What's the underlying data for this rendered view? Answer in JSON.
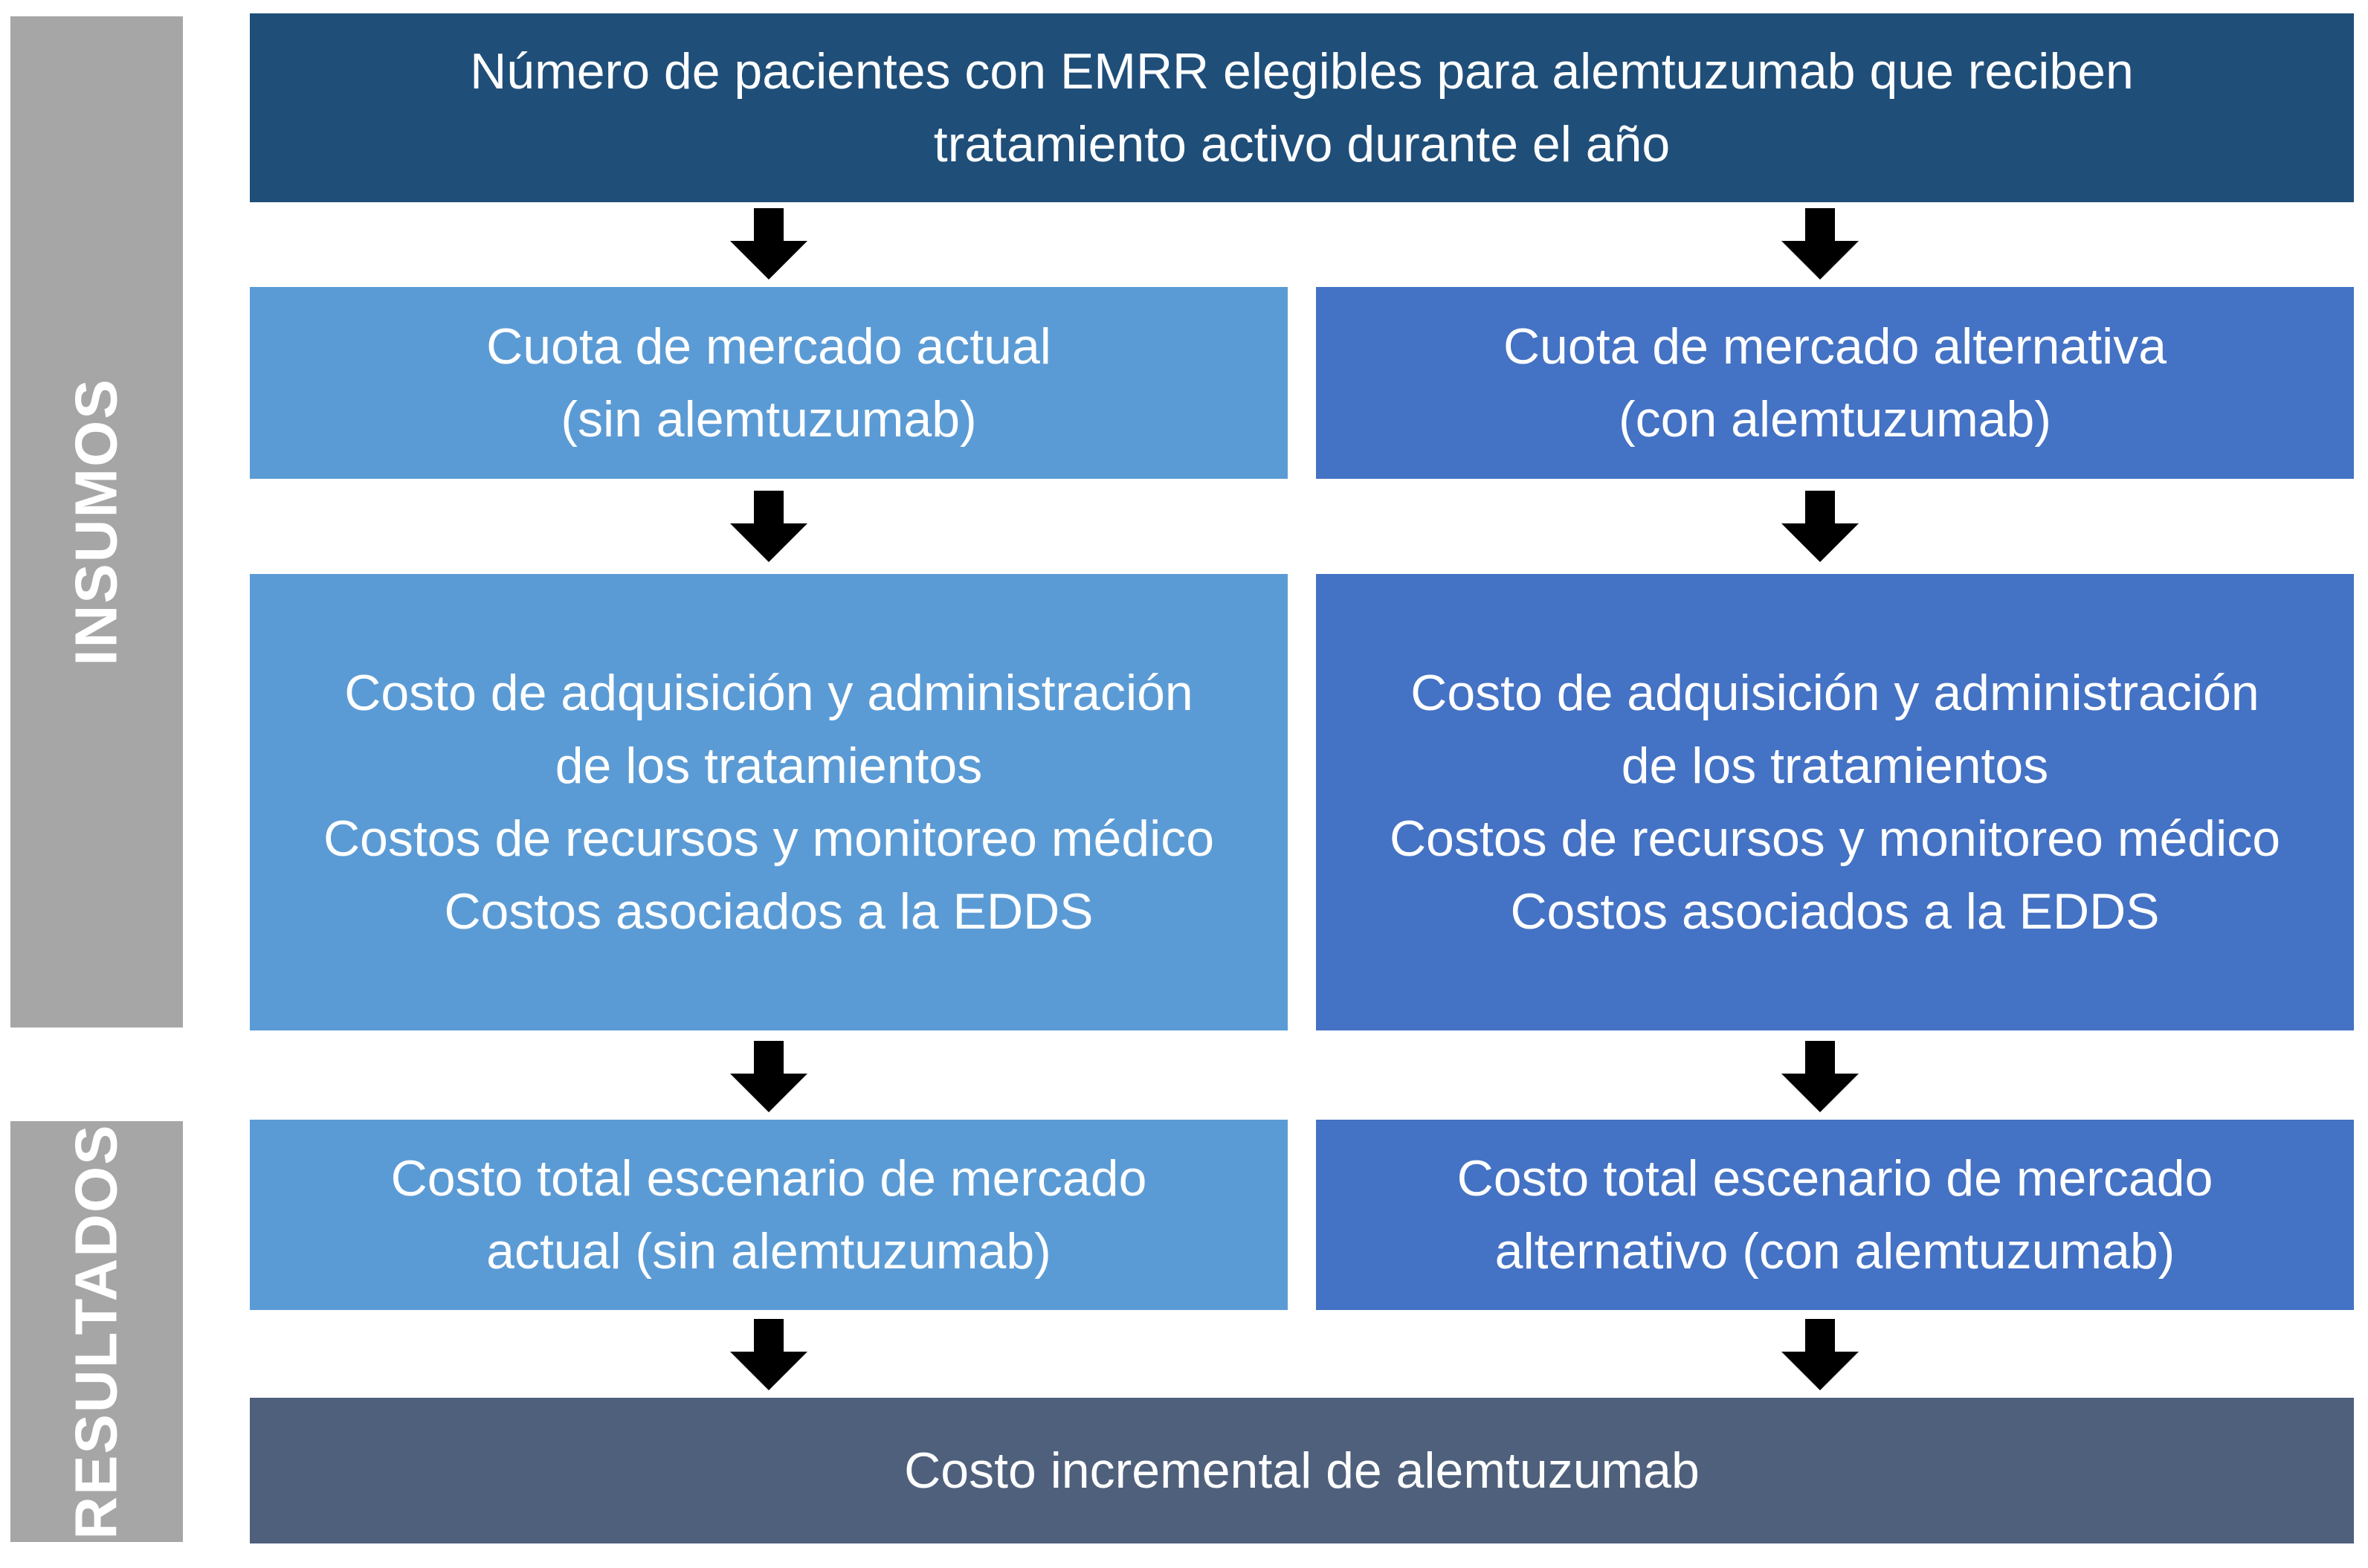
{
  "colors": {
    "sidebar": "#a6a6a6",
    "top_box": "#1f4e79",
    "left_column": "#5b9bd5",
    "right_column": "#4472c4",
    "bottom_box": "#4f607c",
    "arrow": "#000000",
    "text": "#ffffff"
  },
  "sidebar": {
    "insumos": "INSUMOS",
    "resultados": "RESULTADOS"
  },
  "top_box": {
    "lines": [
      "Número de pacientes con EMRR elegibles para alemtuzumab que reciben",
      "tratamiento activo durante el año"
    ]
  },
  "left_column": {
    "market_share": [
      "Cuota de mercado actual",
      "(sin alemtuzumab)"
    ],
    "costs": [
      "Costo de adquisición y administración",
      "de los tratamientos",
      "Costos de recursos y monitoreo médico",
      "Costos asociados a la EDDS"
    ],
    "total": [
      "Costo total escenario de mercado",
      "actual (sin alemtuzumab)"
    ]
  },
  "right_column": {
    "market_share": [
      "Cuota de mercado alternativa",
      "(con alemtuzumab)"
    ],
    "costs": [
      "Costo de adquisición y administración",
      "de los tratamientos",
      "Costos de recursos y monitoreo médico",
      "Costos asociados a la EDDS"
    ],
    "total": [
      "Costo total escenario de mercado",
      "alternativo (con alemtuzumab)"
    ]
  },
  "bottom_box": {
    "lines": [
      "Costo incremental de alemtuzumab"
    ]
  },
  "arrow_icon": "down-arrow-icon"
}
